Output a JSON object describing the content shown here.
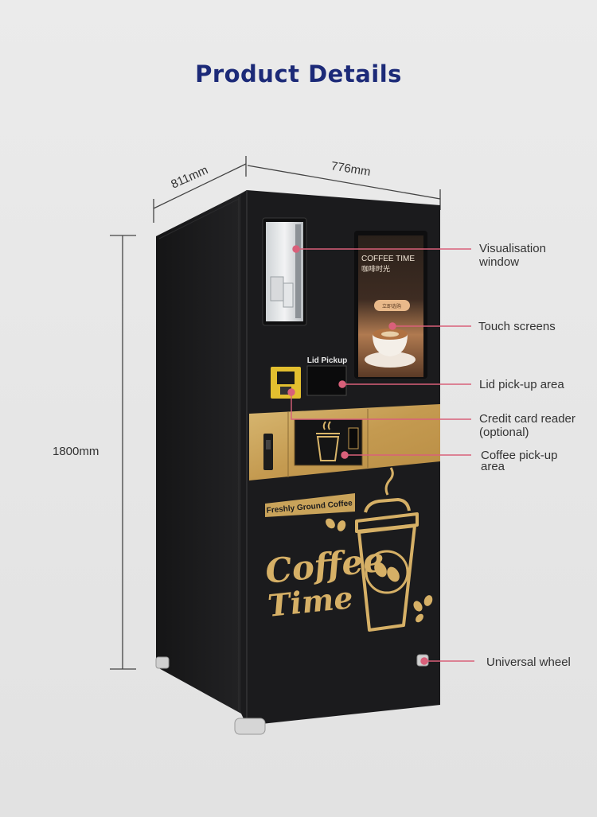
{
  "page": {
    "title": "Product Details"
  },
  "dimensions": {
    "depth": "811mm",
    "width": "776mm",
    "height": "1800mm"
  },
  "screen": {
    "heading": "COFFEE TIME",
    "subheading": "咖啡时光",
    "button": "立即选购"
  },
  "machine": {
    "lid_label": "Lid Pickup",
    "banner": "Freshly Ground Coffee",
    "script_line1": "Coffee",
    "script_line2": "Time"
  },
  "callouts": [
    {
      "line1": "Visualisation",
      "line2": "window"
    },
    {
      "line1": "Touch screens",
      "line2": ""
    },
    {
      "line1": "Lid pick-up area",
      "line2": ""
    },
    {
      "line1": "Credit card reader",
      "line2": "(optional)"
    },
    {
      "line1": "Coffee pick-up",
      "line2": "area"
    },
    {
      "line1": "Universal wheel",
      "line2": ""
    }
  ],
  "colors": {
    "title": "#1c2a78",
    "machine_body": "#1b1b1d",
    "gold": "#c9a35a",
    "callout_line": "#d9607a"
  }
}
